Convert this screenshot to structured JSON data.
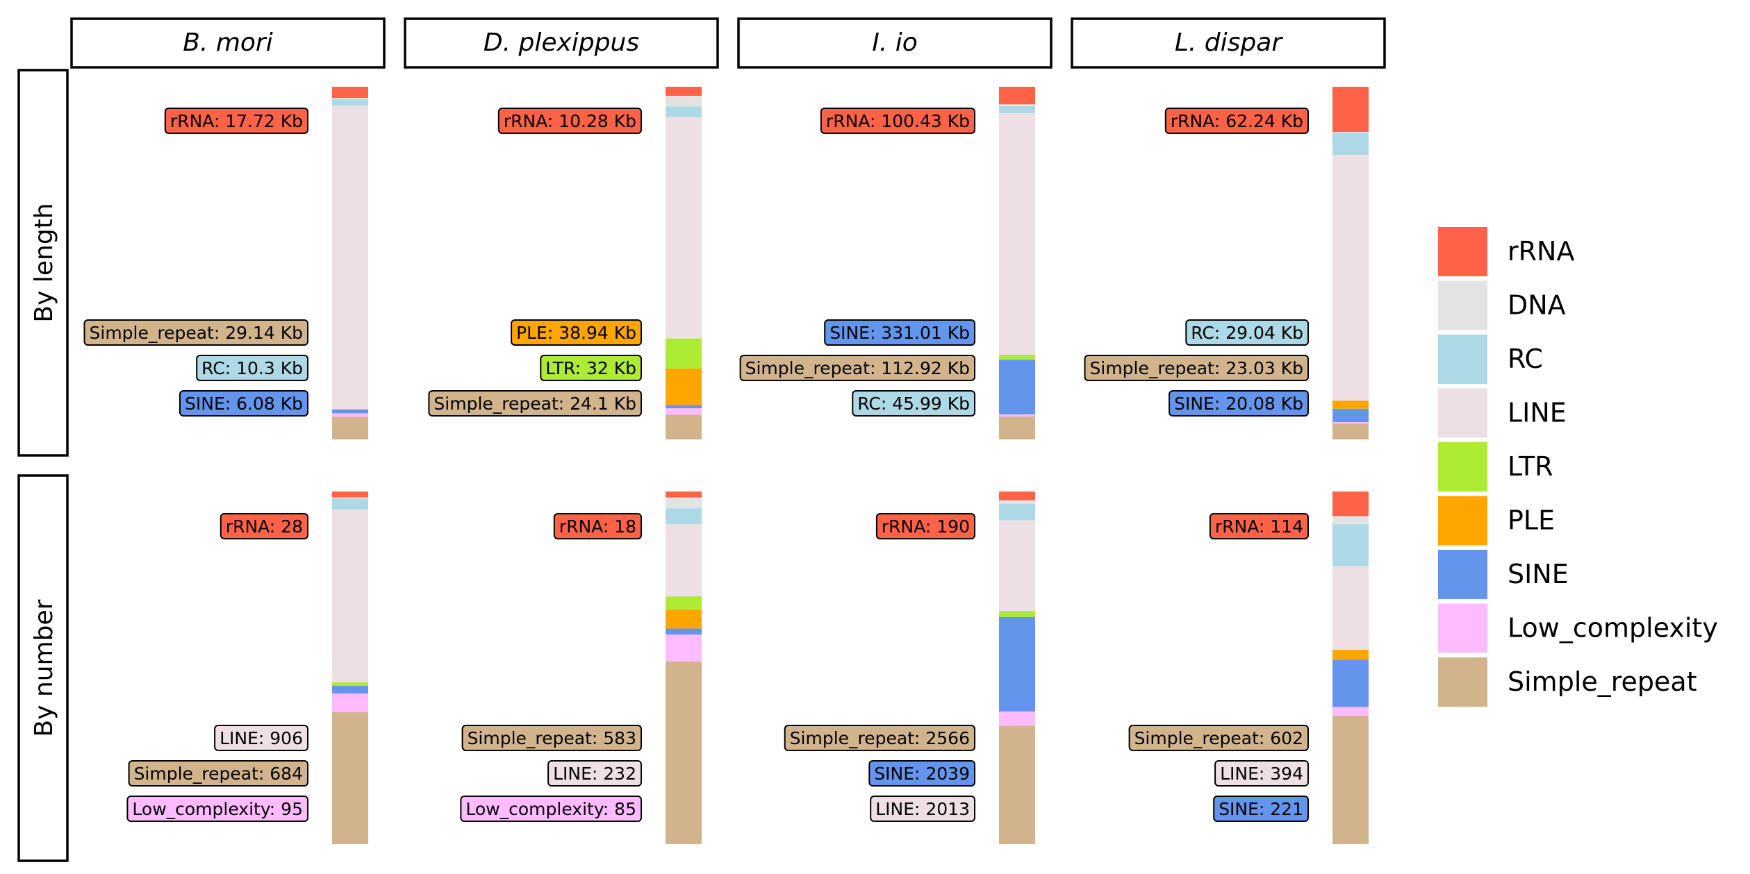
{
  "chart_data": {
    "type": "bar",
    "colors": {
      "rRNA": "#FF6347",
      "DNA": "#E3E3E3",
      "RC": "#ADD8E6",
      "LINE": "#EEDFE4",
      "LTR": "#ADEB34",
      "PLE": "#FFA500",
      "SINE": "#6495ED",
      "Low_complexity": "#FFBBFF",
      "Simple_repeat": "#D2B48C"
    },
    "legend": {
      "position": "right",
      "items": [
        "rRNA",
        "DNA",
        "RC",
        "LINE",
        "LTR",
        "PLE",
        "SINE",
        "Low_complexity",
        "Simple_repeat"
      ]
    },
    "columns": [
      "B. mori",
      "D. plexippus",
      "I. io",
      "L. dispar"
    ],
    "rows": [
      "By length",
      "By number"
    ],
    "panels": [
      {
        "species": "B. mori",
        "row": "By length",
        "stack_top_to_bottom": [
          {
            "class": "rRNA",
            "fraction": 0.032
          },
          {
            "class": "DNA",
            "fraction": 0.003
          },
          {
            "class": "RC",
            "fraction": 0.019
          },
          {
            "class": "LINE",
            "fraction": 0.861
          },
          {
            "class": "SINE",
            "fraction": 0.011
          },
          {
            "class": "Low_complexity",
            "fraction": 0.01
          },
          {
            "class": "Simple_repeat",
            "fraction": 0.064
          }
        ],
        "labels": [
          {
            "class": "rRNA",
            "text": "rRNA: 17.72 Kb"
          },
          {
            "class": "Simple_repeat",
            "text": "Simple_repeat: 29.14 Kb"
          },
          {
            "class": "RC",
            "text": "RC: 10.3 Kb"
          },
          {
            "class": "SINE",
            "text": "SINE: 6.08 Kb"
          }
        ]
      },
      {
        "species": "D. plexippus",
        "row": "By length",
        "stack_top_to_bottom": [
          {
            "class": "rRNA",
            "fraction": 0.026
          },
          {
            "class": "DNA",
            "fraction": 0.03
          },
          {
            "class": "RC",
            "fraction": 0.03
          },
          {
            "class": "LINE",
            "fraction": 0.628
          },
          {
            "class": "LTR",
            "fraction": 0.085
          },
          {
            "class": "PLE",
            "fraction": 0.103
          },
          {
            "class": "SINE",
            "fraction": 0.01
          },
          {
            "class": "Low_complexity",
            "fraction": 0.018
          },
          {
            "class": "Simple_repeat",
            "fraction": 0.07
          }
        ],
        "labels": [
          {
            "class": "rRNA",
            "text": "rRNA: 10.28 Kb"
          },
          {
            "class": "PLE",
            "text": "PLE: 38.94 Kb"
          },
          {
            "class": "LTR",
            "text": "LTR: 32 Kb"
          },
          {
            "class": "Simple_repeat",
            "text": "Simple_repeat: 24.1 Kb"
          }
        ]
      },
      {
        "species": "I. io",
        "row": "By length",
        "stack_top_to_bottom": [
          {
            "class": "rRNA",
            "fraction": 0.05
          },
          {
            "class": "DNA",
            "fraction": 0.005
          },
          {
            "class": "RC",
            "fraction": 0.02
          },
          {
            "class": "LINE",
            "fraction": 0.685
          },
          {
            "class": "LTR",
            "fraction": 0.014
          },
          {
            "class": "SINE",
            "fraction": 0.155
          },
          {
            "class": "Low_complexity",
            "fraction": 0.006
          },
          {
            "class": "Simple_repeat",
            "fraction": 0.065
          }
        ],
        "labels": [
          {
            "class": "rRNA",
            "text": "rRNA: 100.43 Kb"
          },
          {
            "class": "SINE",
            "text": "SINE: 331.01 Kb"
          },
          {
            "class": "Simple_repeat",
            "text": "Simple_repeat: 112.92 Kb"
          },
          {
            "class": "RC",
            "text": "RC: 45.99 Kb"
          }
        ]
      },
      {
        "species": "L. dispar",
        "row": "By length",
        "stack_top_to_bottom": [
          {
            "class": "rRNA",
            "fraction": 0.128
          },
          {
            "class": "DNA",
            "fraction": 0.003
          },
          {
            "class": "RC",
            "fraction": 0.062
          },
          {
            "class": "LINE",
            "fraction": 0.697
          },
          {
            "class": "PLE",
            "fraction": 0.023
          },
          {
            "class": "SINE",
            "fraction": 0.038
          },
          {
            "class": "Low_complexity",
            "fraction": 0.004
          },
          {
            "class": "Simple_repeat",
            "fraction": 0.045
          }
        ],
        "labels": [
          {
            "class": "rRNA",
            "text": "rRNA: 62.24 Kb"
          },
          {
            "class": "RC",
            "text": "RC: 29.04 Kb"
          },
          {
            "class": "Simple_repeat",
            "text": "Simple_repeat: 23.03 Kb"
          },
          {
            "class": "SINE",
            "text": "SINE: 20.08 Kb"
          }
        ]
      },
      {
        "species": "B. mori",
        "row": "By number",
        "stack_top_to_bottom": [
          {
            "class": "rRNA",
            "fraction": 0.017
          },
          {
            "class": "DNA",
            "fraction": 0.003
          },
          {
            "class": "RC",
            "fraction": 0.031
          },
          {
            "class": "LINE",
            "fraction": 0.49
          },
          {
            "class": "LTR",
            "fraction": 0.01
          },
          {
            "class": "SINE",
            "fraction": 0.022
          },
          {
            "class": "Low_complexity",
            "fraction": 0.053
          },
          {
            "class": "Simple_repeat",
            "fraction": 0.374
          }
        ],
        "labels": [
          {
            "class": "rRNA",
            "text": "rRNA: 28"
          },
          {
            "class": "LINE",
            "text": "LINE: 906"
          },
          {
            "class": "Simple_repeat",
            "text": "Simple_repeat: 684"
          },
          {
            "class": "Low_complexity",
            "text": "Low_complexity: 95"
          }
        ]
      },
      {
        "species": "D. plexippus",
        "row": "By number",
        "stack_top_to_bottom": [
          {
            "class": "rRNA",
            "fraction": 0.017
          },
          {
            "class": "DNA",
            "fraction": 0.03
          },
          {
            "class": "RC",
            "fraction": 0.045
          },
          {
            "class": "LINE",
            "fraction": 0.202
          },
          {
            "class": "LTR",
            "fraction": 0.037
          },
          {
            "class": "PLE",
            "fraction": 0.053
          },
          {
            "class": "SINE",
            "fraction": 0.017
          },
          {
            "class": "Low_complexity",
            "fraction": 0.075
          },
          {
            "class": "Simple_repeat",
            "fraction": 0.512
          }
        ],
        "labels": [
          {
            "class": "rRNA",
            "text": "rRNA: 18"
          },
          {
            "class": "Simple_repeat",
            "text": "Simple_repeat: 583"
          },
          {
            "class": "LINE",
            "text": "LINE: 232"
          },
          {
            "class": "Low_complexity",
            "text": "Low_complexity: 85"
          }
        ]
      },
      {
        "species": "I. io",
        "row": "By number",
        "stack_top_to_bottom": [
          {
            "class": "rRNA",
            "fraction": 0.025
          },
          {
            "class": "DNA",
            "fraction": 0.01
          },
          {
            "class": "RC",
            "fraction": 0.047
          },
          {
            "class": "LINE",
            "fraction": 0.257
          },
          {
            "class": "LTR",
            "fraction": 0.017
          },
          {
            "class": "SINE",
            "fraction": 0.268
          },
          {
            "class": "Low_complexity",
            "fraction": 0.04
          },
          {
            "class": "Simple_repeat",
            "fraction": 0.336
          }
        ],
        "labels": [
          {
            "class": "rRNA",
            "text": "rRNA: 190"
          },
          {
            "class": "Simple_repeat",
            "text": "Simple_repeat: 2566"
          },
          {
            "class": "SINE",
            "text": "SINE: 2039"
          },
          {
            "class": "LINE",
            "text": "LINE: 2013"
          }
        ]
      },
      {
        "species": "L. dispar",
        "row": "By number",
        "stack_top_to_bottom": [
          {
            "class": "rRNA",
            "fraction": 0.07
          },
          {
            "class": "DNA",
            "fraction": 0.023
          },
          {
            "class": "RC",
            "fraction": 0.119
          },
          {
            "class": "LINE",
            "fraction": 0.237
          },
          {
            "class": "PLE",
            "fraction": 0.028
          },
          {
            "class": "SINE",
            "fraction": 0.134
          },
          {
            "class": "Low_complexity",
            "fraction": 0.025
          },
          {
            "class": "Simple_repeat",
            "fraction": 0.364
          }
        ],
        "labels": [
          {
            "class": "rRNA",
            "text": "rRNA: 114"
          },
          {
            "class": "Simple_repeat",
            "text": "Simple_repeat: 602"
          },
          {
            "class": "LINE",
            "text": "LINE: 394"
          },
          {
            "class": "SINE",
            "text": "SINE: 221"
          }
        ]
      }
    ]
  }
}
